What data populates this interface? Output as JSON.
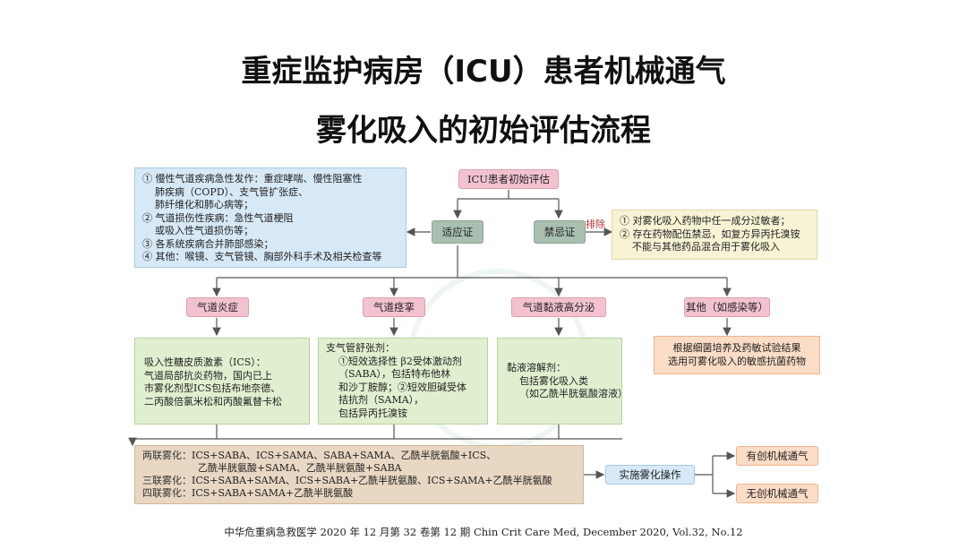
{
  "title_line1": "重症监护病房（ICU）患者机械通气",
  "title_line2": "雾化吸入的初始评估流程",
  "nodes": {
    "initial_eval": "ICU患者初始评估",
    "indication": "适应证",
    "contraindication": "禁忌证",
    "exclude_label": "排除",
    "airway_inflammation": "气道炎症",
    "airway_spasm": "气道痉挛",
    "mucus_hypersecretion": "气道黏液高分泌",
    "other": "其他（如感染等）",
    "implement": "实施雾化操作",
    "invasive": "有创机械通气",
    "noninvasive": "无创机械通气"
  },
  "indication_details": [
    "① 慢性气道疾病急性发作：重症哮喘、慢性阻塞性",
    "肺疾病（COPD）、支气管扩张症、",
    "肺纤维化和肺心病等；",
    "② 气道损伤性疾病：急性气道梗阻",
    "或吸入性气道损伤等；",
    "③ 各系统疾病合并肺部感染；",
    "④ 其他：喉镜、支气管镜、胸部外科手术及相关检查等"
  ],
  "contraindication_details": [
    "① 对雾化吸入药物中任一成分过敏者；",
    "② 存在药物配伍禁忌，如复方异丙托溴铵",
    "不能与其他药品混合用于雾化吸入"
  ],
  "inflammation_details": [
    "吸入性糖皮质激素（ICS）：",
    "气道局部抗炎药物，国内已上",
    "市雾化剂型ICS包括布地奈德、",
    "二丙酸倍氯米松和丙酸氟替卡松"
  ],
  "spasm_details": [
    "支气管舒张剂：",
    "①短效选择性 β2受体激动剂",
    "（SABA），包括特布他林",
    "和沙丁胺醇；②短效胆碱受体",
    "拮抗剂（SAMA），",
    "包括异丙托溴铵"
  ],
  "mucus_details": [
    "黏液溶解剂：",
    "包括雾化吸入类",
    "（如乙酰半胱氨酸溶液）"
  ],
  "other_details": [
    "根据细菌培养及药敏试验结果",
    "选用可雾化吸入的敏感抗菌药物"
  ],
  "combination": {
    "dual_label": "两联雾化：",
    "dual_line1": "ICS+SABA、ICS+SAMA、SABA+SAMA、乙酰半胱氨酸+ICS、",
    "dual_line2": "乙酰半胱氨酸+SAMA、乙酰半胱氨酸+SABA",
    "triple_label": "三联雾化：",
    "triple_line": "ICS+SABA+SAMA、ICS+SABA+乙酰半胱氨酸、ICS+SAMA+乙酰半胱氨酸",
    "quad_label": "四联雾化：",
    "quad_line": "ICS+SABA+SAMA+乙酰半胱氨酸"
  },
  "citation": "中华危重病急救医学  2020 年 12 月第 32 卷第 12 期  Chin Crit Care Med, December  2020, Vol.32, No.12"
}
